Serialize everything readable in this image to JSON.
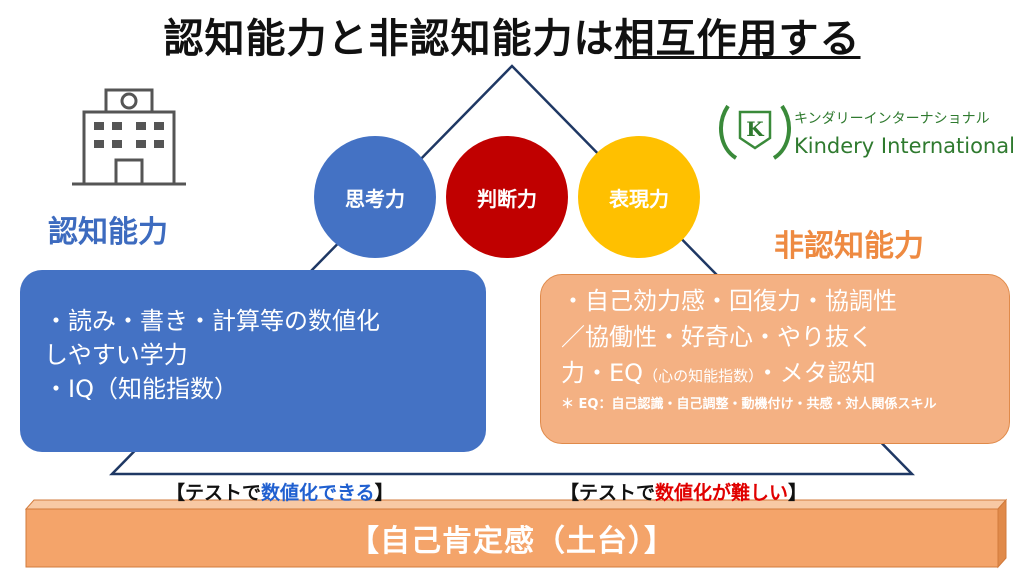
{
  "title": {
    "part1": "認知能力と非認知能力は",
    "part2": "相互作用する"
  },
  "circles": [
    "思考力",
    "判断力",
    "表現力"
  ],
  "cognitive": {
    "heading": "認知能力",
    "line1": "・読み・書き・計算等の数値化",
    "line2": "しやすい学力",
    "line3": "・IQ（知能指数）",
    "label_prefix": "【テストで",
    "label_highlight": "数値化できる",
    "label_suffix": "】"
  },
  "noncognitive": {
    "heading": "非認知能力",
    "line1": "・自己効力感・回復力・協調性",
    "line2": "／協働性・好奇心・やり抜く",
    "line3_a": "力・EQ",
    "line3_small": "（心の知能指数）",
    "line3_b": "・メタ認知",
    "note": "＊ EQ：自己認識・自己調整・動機付け・共感・対人関係スキル",
    "label_prefix": "【テストで",
    "label_highlight": "数値化が難しい",
    "label_suffix": "】"
  },
  "base": "【自己肯定感（土台）】",
  "logo": {
    "jp": "キンダリーインターナショナル",
    "en": "Kindery International",
    "letter": "K"
  },
  "colors": {
    "blue": "#4472c4",
    "red": "#c00000",
    "yellow": "#ffc000",
    "orange": "#f4b183",
    "base_orange": "#f4a46a"
  }
}
